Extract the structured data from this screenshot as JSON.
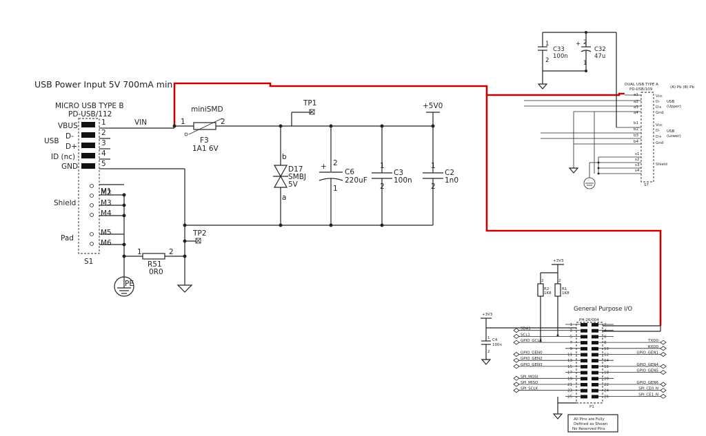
{
  "title": "USB Power Input 5V  700mA min",
  "left": {
    "connector": {
      "title": "MICRO USB TYPE B",
      "part": "PD-USB/112",
      "ref": "S1",
      "pins": [
        "1",
        "2",
        "3",
        "4",
        "5"
      ],
      "pin_names": [
        "VBUS",
        "D-",
        "D+",
        "ID (nc)",
        "GND"
      ],
      "usb_label": "USB",
      "shield_label": "Shield",
      "shield_pins": [
        "M1",
        "M2",
        "M3",
        "M4"
      ],
      "pad_label": "Pad",
      "pad_pins": [
        "M5",
        "M6"
      ]
    },
    "net_vin": "VIN",
    "fuse": {
      "type": "miniSMD",
      "ref": "F3",
      "rating": "1A1 6V",
      "pin1": "1",
      "pin2": "2"
    },
    "tp1": "TP1",
    "tp2": "TP2",
    "rail": "+5V0",
    "tvs": {
      "ref": "D17",
      "part": "SMBJ",
      "value": "5V",
      "pin_b": "b",
      "pin_a": "a"
    },
    "c6": {
      "ref": "C6",
      "value": "220uF",
      "pin_top": "2",
      "pin_bottom": "1",
      "polarity": "+"
    },
    "c3": {
      "ref": "C3",
      "value": "100n",
      "pin_top": "1",
      "pin_bottom": "2"
    },
    "c2": {
      "ref": "C2",
      "value": "1n0",
      "pin_top": "1",
      "pin_bottom": "2"
    },
    "r51": {
      "ref": "R51",
      "value": "0R0",
      "pin1": "1",
      "pin2": "2"
    },
    "pe": "PE"
  },
  "top_right": {
    "c33": {
      "ref": "C33",
      "value": "100n",
      "pin_top": "1",
      "pin_bottom": "2"
    },
    "c32": {
      "ref": "C32",
      "value": "47u",
      "pin_top": "2",
      "pin_bottom": "1",
      "polarity": "+"
    }
  },
  "usb_a": {
    "title": "DUAL USB TYPE A",
    "part": "PD-USB/109",
    "note": "(A) Pb\n(B) Pb",
    "upper_pins": [
      "a1",
      "a2",
      "a3",
      "a4"
    ],
    "lower_pins": [
      "b1",
      "b2",
      "b3",
      "b4"
    ],
    "shield_pins": [
      "s1",
      "s2",
      "s3",
      "s4"
    ],
    "signals": [
      "Vcc",
      "D-",
      "D+",
      "Gnd"
    ],
    "upper_label": [
      "USB",
      "(Upper)"
    ],
    "lower_label": [
      "USB",
      "(Lower)"
    ],
    "shield_label": "Shield",
    "ref": "S7"
  },
  "gpio": {
    "title": "General Purpose I/O",
    "part": "PH-26/004",
    "ref": "P1",
    "rail": "+3V3",
    "rail2": "+3V3",
    "r2": {
      "ref": "R2",
      "value": "1K8",
      "pin": "2"
    },
    "r1": {
      "ref": "R1",
      "value": "1K8",
      "pin": "2"
    },
    "c4": {
      "ref": "C4",
      "value": "100n",
      "pin_top": "1",
      "pin_bottom": "2"
    },
    "odd_pins": [
      "1",
      "3",
      "5",
      "7",
      "9",
      "11",
      "13",
      "15",
      "17",
      "19",
      "21",
      "23",
      "25"
    ],
    "even_pins": [
      "2",
      "4",
      "6",
      "8",
      "10",
      "12",
      "14",
      "16",
      "18",
      "20",
      "22",
      "24",
      "26"
    ],
    "left_nets": [
      "",
      "SDA1",
      "SCL1",
      "GPIO_GCLK",
      "",
      "GPIO_GEN0",
      "GPIO_GEN2",
      "GPIO_GEN3",
      "",
      "SPI_MOSI",
      "SPI_MISO",
      "SPI_SCLK",
      ""
    ],
    "right_nets": [
      "",
      "",
      "",
      "TXD0",
      "RXD0",
      "GPIO_GEN1",
      "",
      "GPIO_GEN4",
      "GPIO_GEN5",
      "",
      "GPIO_GEN6",
      "SPI_CE0_N",
      "SPI_CE1_N"
    ],
    "note": [
      "All Pins are Fully",
      "Defined as Shown",
      "No Reserved Pins"
    ]
  }
}
